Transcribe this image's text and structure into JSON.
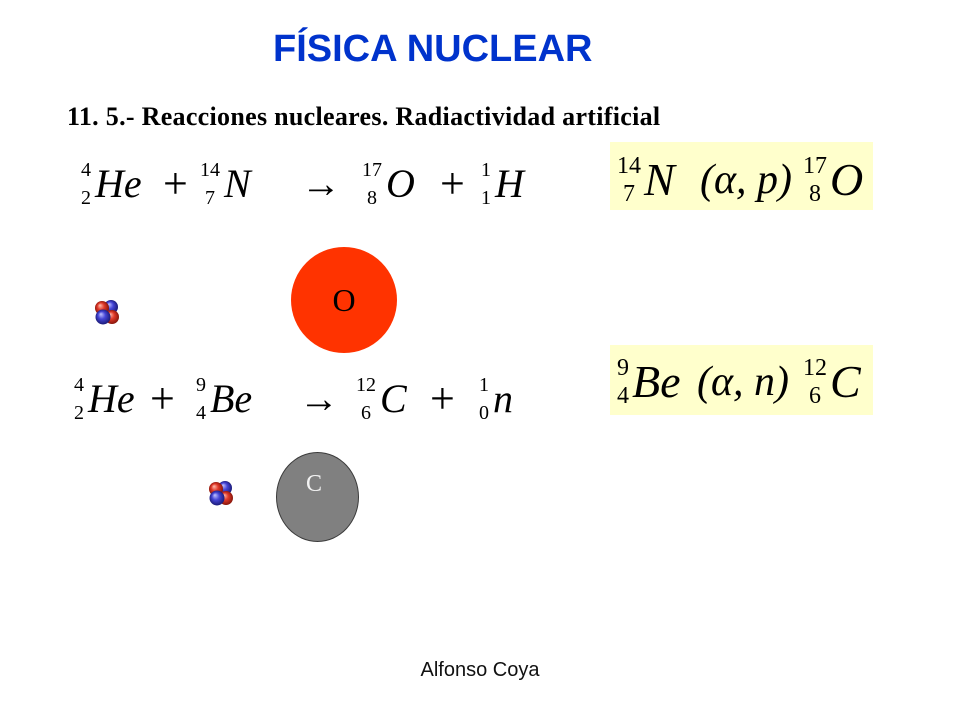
{
  "slide": {
    "title": "FÍSICA NUCLEAR",
    "subtitle": "11. 5.- Reacciones nucleares. Radiactividad artificial",
    "footer": "Alfonso Coya"
  },
  "colors": {
    "title": "#0033cc",
    "notation_box": "#ffffcc",
    "background": "#ffffff"
  },
  "reactions": [
    {
      "equation": {
        "reactant_1": {
          "mass": "4",
          "atomic": "2",
          "symbol": "He"
        },
        "plus_1": "+",
        "reactant_2": {
          "mass": "14",
          "atomic": "7",
          "symbol": "N"
        },
        "arrow": "→",
        "product_1": {
          "mass": "17",
          "atomic": "8",
          "symbol": "O"
        },
        "plus_2": "+",
        "product_2": {
          "mass": "1",
          "atomic": "1",
          "symbol": "H"
        }
      },
      "notation": {
        "target": {
          "mass": "14",
          "atomic": "7",
          "symbol": "N"
        },
        "particles": "(α, p)",
        "product": {
          "mass": "17",
          "atomic": "8",
          "symbol": "O"
        }
      },
      "projectile_icon": "alpha-particle-icon",
      "nucleus": {
        "label": "O",
        "fill": "#ff3300",
        "label_color": "#000000"
      }
    },
    {
      "equation": {
        "reactant_1": {
          "mass": "4",
          "atomic": "2",
          "symbol": "He"
        },
        "plus_1": "+",
        "reactant_2": {
          "mass": "9",
          "atomic": "4",
          "symbol": "Be"
        },
        "arrow": "→",
        "product_1": {
          "mass": "12",
          "atomic": "6",
          "symbol": "C"
        },
        "plus_2": "+",
        "product_2": {
          "mass": "1",
          "atomic": "0",
          "symbol": "n"
        }
      },
      "notation": {
        "target": {
          "mass": "9",
          "atomic": "4",
          "symbol": "Be"
        },
        "particles": "(α, n)",
        "product": {
          "mass": "12",
          "atomic": "6",
          "symbol": "C"
        }
      },
      "projectile_icon": "alpha-particle-icon",
      "nucleus": {
        "label": "C",
        "fill": "#808080",
        "label_color": "#f2f2f2"
      }
    }
  ]
}
